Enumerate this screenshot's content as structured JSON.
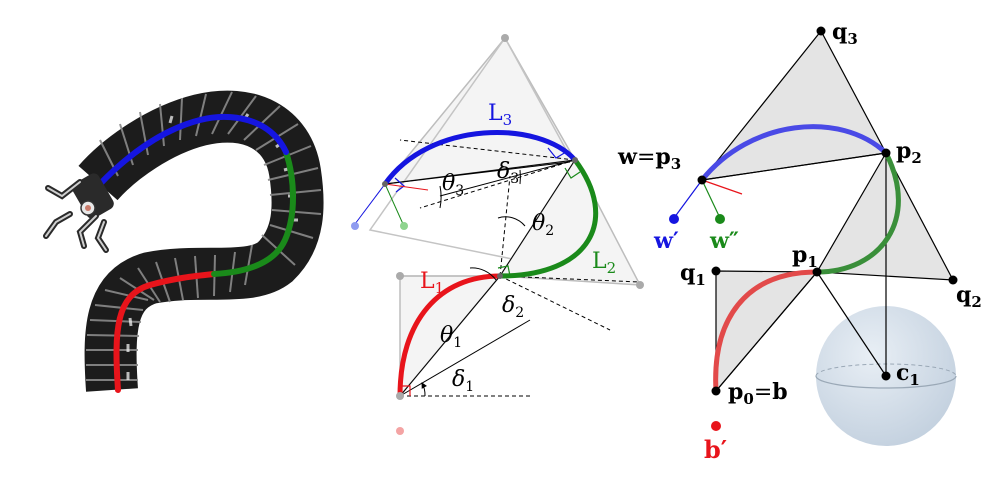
{
  "colors": {
    "segment1": "#e8141b",
    "segment2": "#1a8a1a",
    "segment3": "#1515e0",
    "robot_body": "#1c1c1c",
    "triangle_fill": "#e4e4e4",
    "triangle_stroke": "#b8b8b8",
    "sphere_fill": "#c9d6e3",
    "point": "#000000"
  },
  "middle": {
    "L1": "L",
    "L1_sub": "1",
    "L2": "L",
    "L2_sub": "2",
    "L3": "L",
    "L3_sub": "3",
    "theta1": "θ",
    "theta1_sub": "1",
    "theta2": "θ",
    "theta2_sub": "2",
    "theta3": "θ",
    "theta3_sub": "3",
    "delta1": "δ",
    "delta1_sub": "1",
    "delta2": "δ",
    "delta2_sub": "2",
    "delta3": "δ",
    "delta3_sub": "3"
  },
  "right": {
    "q3": "q",
    "q3_sub": "3",
    "p2": "p",
    "p2_sub": "2",
    "w_eq_p3": "w",
    "w_eq_p3_eq": "=",
    "w_eq_p3_p": "p",
    "w_eq_p3_sub": "3",
    "w_prime": "w′",
    "w_dprime": "w″",
    "p1": "p",
    "p1_sub": "1",
    "q1": "q",
    "q1_sub": "1",
    "q2": "q",
    "q2_sub": "2",
    "c1": "c",
    "c1_sub": "1",
    "p0_eq_b": "p",
    "p0_sub": "0",
    "p0_eq": "=",
    "p0_b": "b",
    "b_prime": "b′"
  }
}
